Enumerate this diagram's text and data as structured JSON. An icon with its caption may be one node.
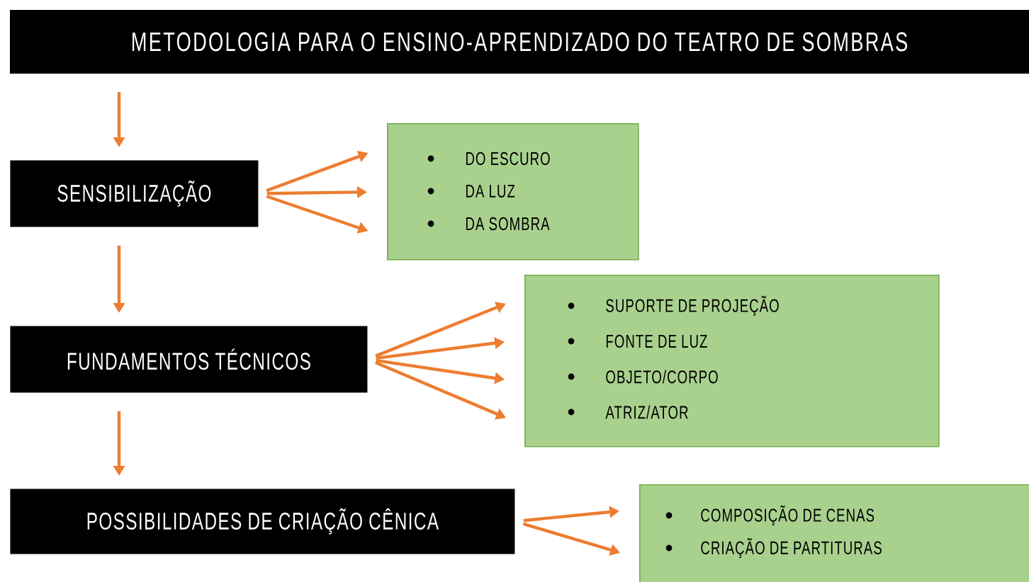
{
  "diagram": {
    "title": "METODOLOGIA PARA O ENSINO-APRENDIZADO DO TEATRO DE SOMBRAS",
    "nodes": [
      {
        "text": [
          "SENSIBILIZAÇÃO"
        ]
      },
      {
        "text": [
          "DO ESCURO",
          "DA LUZ",
          "DA SOMBRA"
        ]
      },
      {
        "text": [
          "FUNDAMENTOS TÉCNICOS"
        ]
      },
      {
        "text": [
          "SUPORTE DE PROJEÇÃO",
          "FONTE DE LUZ",
          "OBJETO/CORPO",
          "ATRIZ/ATOR"
        ]
      },
      {
        "text": [
          "POSSIBILIDADES DE CRIAÇÃO CÊNICA"
        ]
      },
      {
        "text": [
          "COMPOSIÇÃO DE CENAS",
          "CRIAÇÃO DE PARTITURAS"
        ]
      }
    ],
    "edges": [
      {
        "from": null,
        "to": 0,
        "arrow": "to"
      },
      {
        "from": 0,
        "to": 1,
        "arrow": "to"
      },
      {
        "from": 0,
        "to": 1,
        "arrow": "to"
      },
      {
        "from": 0,
        "to": 1,
        "arrow": "to"
      },
      {
        "from": 0,
        "to": 2,
        "arrow": "to"
      },
      {
        "from": 2,
        "to": 3,
        "arrow": "to"
      },
      {
        "from": 2,
        "to": 3,
        "arrow": "to"
      },
      {
        "from": 2,
        "to": 3,
        "arrow": "to"
      },
      {
        "from": 2,
        "to": 3,
        "arrow": "to"
      },
      {
        "from": 2,
        "to": 4,
        "arrow": "to"
      },
      {
        "from": 4,
        "to": 5,
        "arrow": "to"
      },
      {
        "from": 4,
        "to": 5,
        "arrow": "to"
      }
    ]
  }
}
